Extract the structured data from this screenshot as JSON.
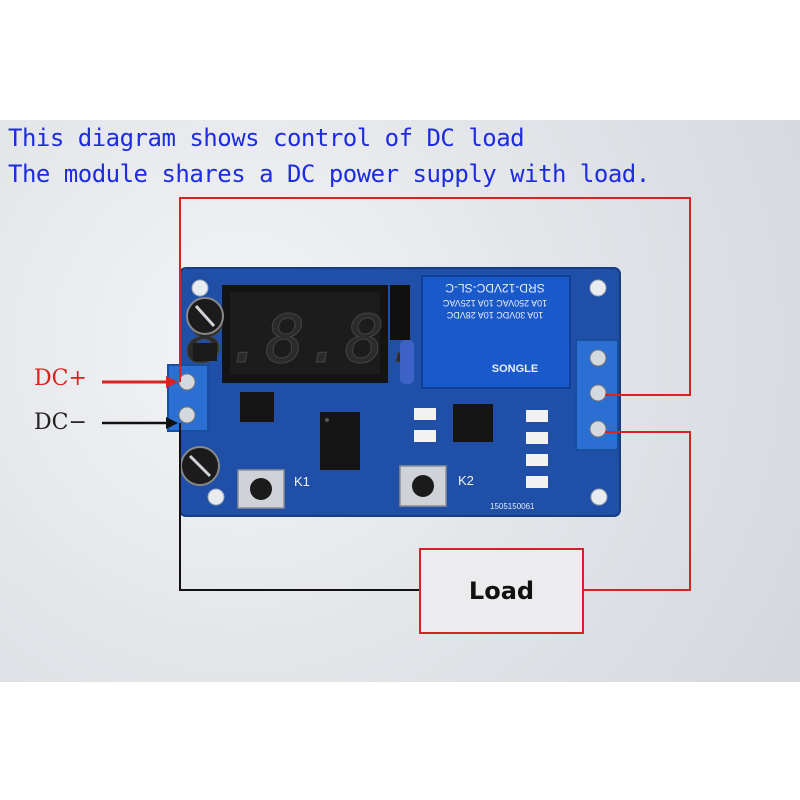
{
  "caption": {
    "line1": "This diagram shows control of DC load",
    "line2": "The module shares a DC power supply with load."
  },
  "labels": {
    "dc_plus": "DC+",
    "dc_minus": "DC−",
    "load": "Load"
  },
  "board": {
    "display_digits": "8.8.8.",
    "relay_model": "SRD-12VDC-SL-C",
    "relay_rating_1": "10A 250VAC 10A 125VAC",
    "relay_rating_2": "10A 30VDC 10A 28VDC",
    "relay_brand": "SONGLE",
    "button_k1": "K1",
    "button_k2": "K2",
    "pcb_code": "1505150061"
  },
  "colors": {
    "caption": "#1d2ce0",
    "positive_wire": "#d8231e",
    "negative_wire": "#111111",
    "pcb": "#1f4fa6",
    "relay": "#1a59c9",
    "terminal": "#2a6fd1"
  },
  "icons": [
    "capacitor-icon",
    "relay-icon",
    "push-button-icon",
    "screw-terminal-icon",
    "seven-segment-display-icon"
  ]
}
